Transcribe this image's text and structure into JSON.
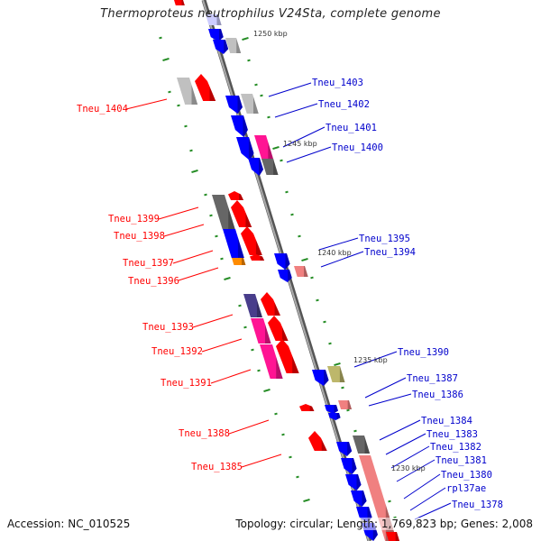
{
  "title": "Thermoproteus neutrophilus V24Sta, complete genome",
  "footer": {
    "accession": "Accession: NC_010525",
    "summary": "Topology: circular; Length: 1,769,823 bp; Genes: 2,008"
  },
  "colors": {
    "forward_label": "#ff0000",
    "reverse_label": "#0000cc",
    "backbone": "#888888",
    "tick": "#228b22",
    "cds_blue": "#0000ff",
    "cds_red": "#ff0000",
    "gray_light": "#c0c0c0",
    "gray_dark": "#666666",
    "pink": "#ff1493",
    "salmon": "#f08080",
    "navy": "#483d8b",
    "orange": "#ff8c00",
    "olive": "#bdb76b"
  },
  "ticks": [
    {
      "label": "1250 kbp"
    },
    {
      "label": "1245 kbp"
    },
    {
      "label": "1240 kbp"
    },
    {
      "label": "1235 kbp"
    },
    {
      "label": "1230 kbp"
    }
  ],
  "genes_left": [
    {
      "label": "Tneu_1404"
    },
    {
      "label": "Tneu_1399"
    },
    {
      "label": "Tneu_1398"
    },
    {
      "label": "Tneu_1397"
    },
    {
      "label": "Tneu_1396"
    },
    {
      "label": "Tneu_1393"
    },
    {
      "label": "Tneu_1392"
    },
    {
      "label": "Tneu_1391"
    },
    {
      "label": "Tneu_1388"
    },
    {
      "label": "Tneu_1385"
    }
  ],
  "genes_right": [
    {
      "label": "Tneu_1403"
    },
    {
      "label": "Tneu_1402"
    },
    {
      "label": "Tneu_1401"
    },
    {
      "label": "Tneu_1400"
    },
    {
      "label": "Tneu_1395"
    },
    {
      "label": "Tneu_1394"
    },
    {
      "label": "Tneu_1390"
    },
    {
      "label": "Tneu_1387"
    },
    {
      "label": "Tneu_1386"
    },
    {
      "label": "Tneu_1384"
    },
    {
      "label": "Tneu_1383"
    },
    {
      "label": "Tneu_1382"
    },
    {
      "label": "Tneu_1381"
    },
    {
      "label": "Tneu_1380"
    },
    {
      "label": "rpl37ae"
    },
    {
      "label": "Tneu_1378"
    }
  ]
}
